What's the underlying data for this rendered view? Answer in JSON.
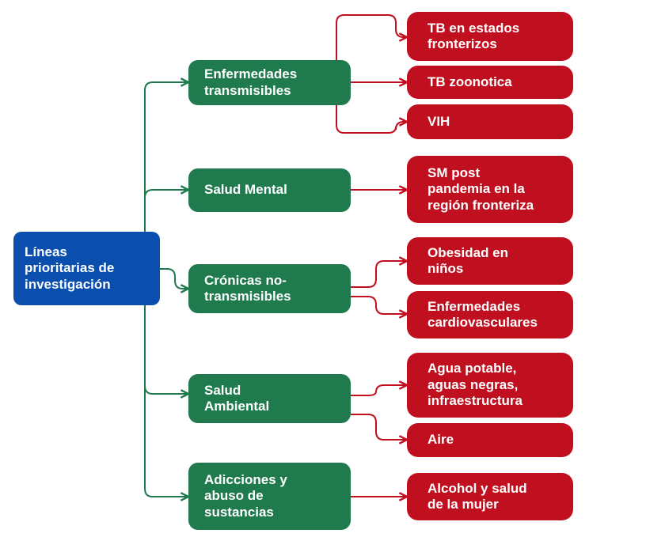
{
  "root": {
    "label": "Líneas\nprioritarias de\ninvestigación"
  },
  "categories": [
    {
      "label": "Enfermedades\ntransmisibles",
      "children": [
        "TB en estados\n fronterizos",
        "TB zoonotica",
        "VIH"
      ]
    },
    {
      "label": "Salud Mental",
      "children": [
        "SM post\npandemia en la\nregión fronteriza"
      ]
    },
    {
      "label": "Crónicas no-\ntransmisibles",
      "children": [
        "Obesidad en\nniños",
        "Enfermedades\ncardiovasculares"
      ]
    },
    {
      "label": "Salud\nAmbiental",
      "children": [
        "Agua potable,\naguas negras,\ninfraestructura",
        "Aire"
      ]
    },
    {
      "label": "Adicciones y\nabuso de\nsustancias",
      "children": [
        "Alcohol y salud\nde la mujer"
      ]
    }
  ],
  "colors": {
    "root": "#0a4fae",
    "category": "#1f7a4e",
    "leaf": "#c0101f",
    "green_line": "#1f7a4e",
    "red_line": "#c0101f"
  }
}
